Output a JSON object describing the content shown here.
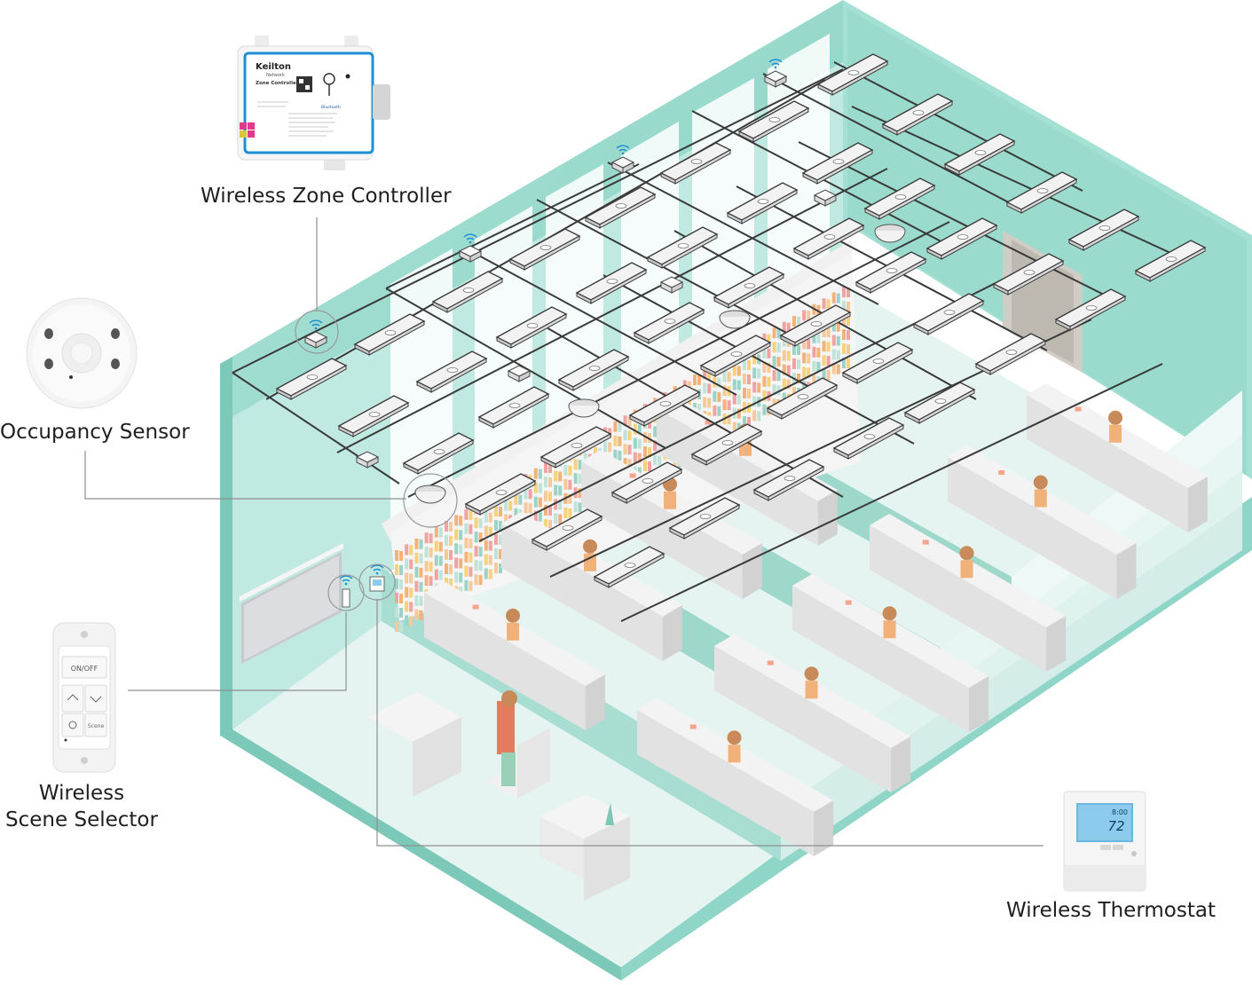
{
  "labels": {
    "zone_controller": "Wireless Zone Controller",
    "occupancy_sensor": "Occupancy Sensor",
    "scene_selector_line1": "Wireless",
    "scene_selector_line2": "Scene Selector",
    "thermostat": "Wireless Thermostat"
  },
  "zone_controller_device": {
    "brand": "Keilton",
    "sub_brand": "Network",
    "model": "Zone Controller",
    "bluetooth": "Bluetooth"
  },
  "scene_selector_device": {
    "on_off": "ON/OFF",
    "scene": "Scene"
  },
  "thermostat_device": {
    "time": "8:00",
    "temperature": "72"
  },
  "colors": {
    "wall_teal": "#8fd6c8",
    "wall_teal_dark": "#6cc4b3",
    "floor": "#e4f3f0",
    "fixture": "#eeeeee",
    "wire": "#3a3a3a",
    "leader": "#8a8a8a",
    "controller_blue": "#1f8fd6"
  }
}
